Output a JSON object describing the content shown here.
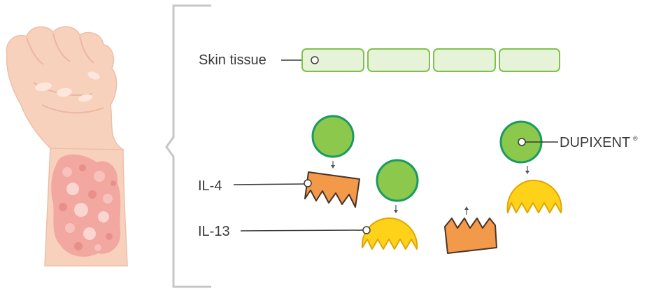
{
  "labels": {
    "skin_tissue": "Skin tissue",
    "il4": "IL-4",
    "il13": "IL-13",
    "dupixent": "DUPIXENT",
    "registered": "®"
  },
  "colors": {
    "tissue_fill": "#e6f3d8",
    "tissue_stroke": "#7ec24a",
    "antibody_fill": "#8cc84b",
    "antibody_ring": "#1a9a62",
    "il4_fill": "#f29a4a",
    "il4_stroke": "#4a3326",
    "il13_fill": "#ffd21a",
    "il13_stroke": "#e2a400",
    "skin": "#f8d1bd",
    "rash": "#f2a7a1",
    "bracket": "#c7c7c7",
    "text": "#3a3a3a"
  }
}
